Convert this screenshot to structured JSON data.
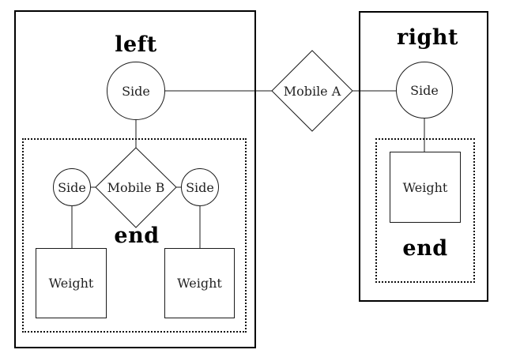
{
  "style": {
    "background_color": "#ffffff",
    "line_color": "#1a1a1a",
    "panel_border_color": "#000000",
    "text_color": "#222222"
  },
  "left_panel": {
    "title": "left",
    "side_label": "Side",
    "group": {
      "mobile_label": "Mobile B",
      "left_side_label": "Side",
      "right_side_label": "Side",
      "end_label": "end",
      "left_weight_label": "Weight",
      "right_weight_label": "Weight"
    }
  },
  "mobile_a": {
    "label": "Mobile A"
  },
  "right_panel": {
    "title": "right",
    "side_label": "Side",
    "group": {
      "end_label": "end",
      "weight_label": "Weight"
    }
  }
}
